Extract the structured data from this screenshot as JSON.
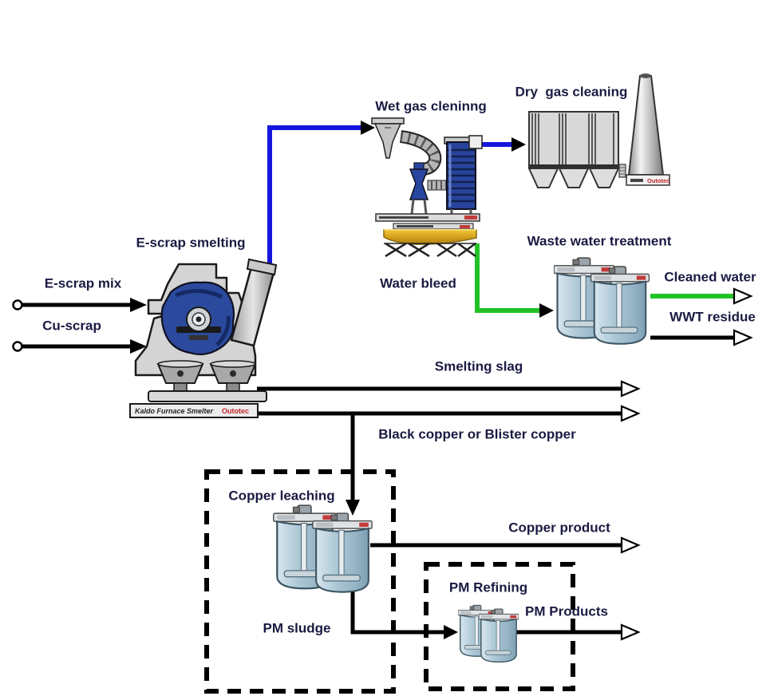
{
  "labels": {
    "wet_gas_cleaning": "Wet gas cleninng",
    "dry_gas_cleaning": "Dry  gas cleaning",
    "waste_water_treatment": "Waste water treatment",
    "cleaned_water": "Cleaned water",
    "wwt_residue": "WWT residue",
    "water_bleed": "Water bleed",
    "e_scrap_smelting": "E-scrap smelting",
    "e_scrap_mix": "E-scrap mix",
    "cu_scrap": "Cu-scrap",
    "smelting_slag": "Smelting slag",
    "black_copper": "Black copper or Blister copper",
    "copper_leaching": "Copper leaching",
    "copper_product": "Copper product",
    "pm_sludge": "PM sludge",
    "pm_refining": "PM Refining",
    "pm_products": "PM Products"
  },
  "equipment_captions": {
    "furnace_plate": "Kaldo Furnace Smelter",
    "furnace_brand": "Outotec",
    "stack_brand": "Outotec"
  },
  "colors": {
    "gas_line": "#1515dd",
    "water_line": "#22c126",
    "material_line": "#000000",
    "label_text": "#1a1a42",
    "brand_red": "#c22222",
    "tank_body": "#a9c3d3",
    "thickener_disc": "#ddab25",
    "scrubber_blue": "#27439b",
    "converter_blue": "#2b4a9d"
  }
}
